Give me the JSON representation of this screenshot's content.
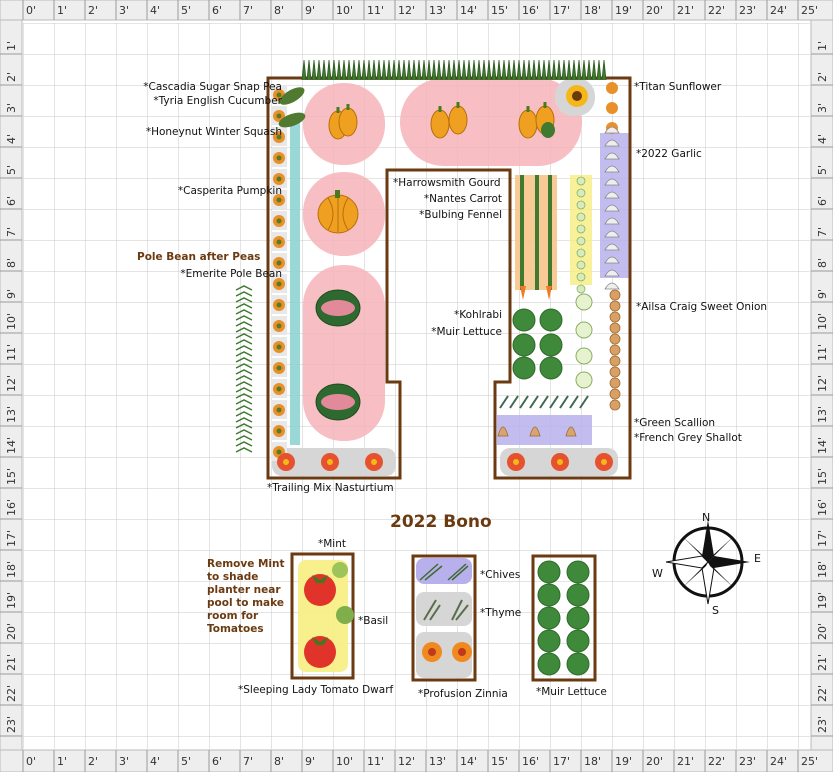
{
  "ruler": {
    "top": [
      "0'",
      "1'",
      "2'",
      "3'",
      "4'",
      "5'",
      "6'",
      "7'",
      "8'",
      "9'",
      "10'",
      "11'",
      "12'",
      "13'",
      "14'",
      "15'",
      "16'",
      "17'",
      "18'",
      "19'",
      "20'",
      "21'",
      "22'",
      "23'",
      "24'",
      "25'"
    ],
    "left": [
      "1'",
      "2'",
      "3'",
      "4'",
      "5'",
      "6'",
      "7'",
      "8'",
      "9'",
      "10'",
      "11'",
      "12'",
      "13'",
      "14'",
      "15'",
      "16'",
      "17'",
      "18'",
      "19'",
      "20'",
      "21'",
      "22'",
      "23'"
    ]
  },
  "title": "2022 Bono",
  "compass": {
    "n": "N",
    "s": "S",
    "e": "E",
    "w": "W"
  },
  "notes": {
    "pole_bean": "Pole Bean after Peas",
    "mint": [
      "Remove Mint",
      "to shade",
      "planter near",
      "pool to make",
      "room for",
      "Tomatoes"
    ]
  },
  "labels": {
    "cascadia": "*Cascadia Sugar Snap Pea",
    "cucumber": "*Tyria English Cucumber",
    "honeynut": "*Honeynut Winter Squash",
    "pumpkin": "*Casperita Pumpkin",
    "pole_bean": "*Emerite Pole Bean",
    "sunflower": "*Titan Sunflower",
    "garlic": "*2022 Garlic",
    "gourd": "*Harrowsmith Gourd",
    "carrot": "*Nantes Carrot",
    "fennel": "*Bulbing Fennel",
    "onion": "*Ailsa Craig Sweet Onion",
    "kohlrabi": "*Kohlrabi",
    "muir1": "*Muir Lettuce",
    "scallion": "*Green Scallion",
    "shallot": "*French Grey Shallot",
    "nasturtium": "*Trailing Mix Nasturtium",
    "mint": "*Mint",
    "basil": "*Basil",
    "tomato": "*Sleeping Lady Tomato Dwarf",
    "chives": "*Chives",
    "thyme": "*Thyme",
    "zinnia": "*Profusion Zinnia",
    "muir2": "*Muir Lettuce"
  },
  "colors": {
    "bed_border": "#6b3a10",
    "zone_pink": "#f6b4b8",
    "zone_purple": "#b7b0ec",
    "zone_orange": "#f7c48a",
    "zone_yellow": "#f7ee80",
    "zone_gray": "#d6d6d6",
    "zone_teal": "#8fd3d3"
  }
}
